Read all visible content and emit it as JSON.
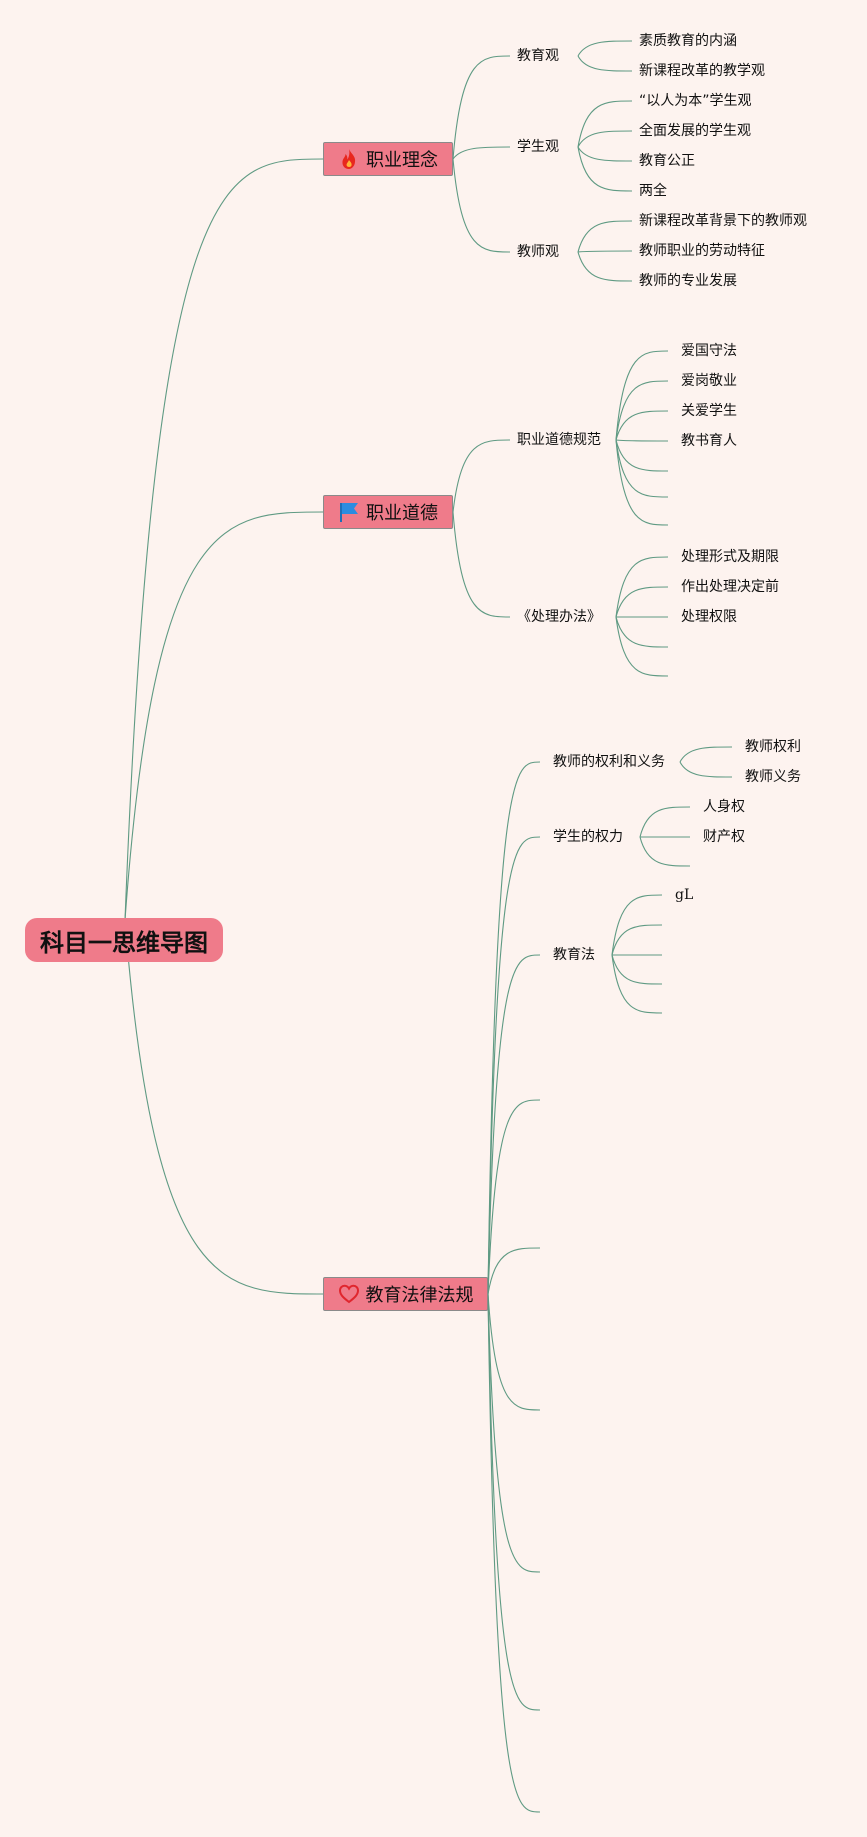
{
  "title": "科目一思维导图",
  "colors": {
    "node_fill": "#ef7b8a",
    "line": "#5f9a83",
    "background": "#fdf3ef"
  },
  "branches": [
    {
      "label": "职业理念",
      "icon": "fire-icon",
      "children": [
        {
          "label": "教育观",
          "children": [
            "素质教育的内涵",
            "新课程改革的教学观"
          ]
        },
        {
          "label": "学生观",
          "children": [
            "“以人为本”学生观",
            "全面发展的学生观",
            "教育公正",
            "两全"
          ]
        },
        {
          "label": "教师观",
          "children": [
            "新课程改革背景下的教师观",
            "教师职业的劳动特征",
            "教师的专业发展"
          ]
        }
      ]
    },
    {
      "label": "职业道德",
      "icon": "flag-icon",
      "children": [
        {
          "label": "职业道德规范",
          "children": [
            "爱国守法",
            "爱岗敬业",
            "关爱学生",
            "教书育人",
            "",
            "",
            ""
          ]
        },
        {
          "label": "《处理办法》",
          "children": [
            "处理形式及期限",
            "作出处理决定前",
            "处理权限",
            "",
            ""
          ]
        }
      ]
    },
    {
      "label": "教育法律法规",
      "icon": "heart-icon",
      "children": [
        {
          "label": "教师的权利和义务",
          "children": [
            "教师权利",
            "教师义务"
          ]
        },
        {
          "label": "学生的权力",
          "children": [
            "人身权",
            "财产权",
            ""
          ]
        },
        {
          "label": "教育法",
          "children": [
            "gL",
            "",
            "",
            "",
            ""
          ]
        },
        {
          "label": "",
          "children": []
        },
        {
          "label": "",
          "children": []
        },
        {
          "label": "",
          "children": []
        },
        {
          "label": "",
          "children": []
        },
        {
          "label": "",
          "children": []
        },
        {
          "label": "",
          "children": []
        }
      ]
    }
  ]
}
